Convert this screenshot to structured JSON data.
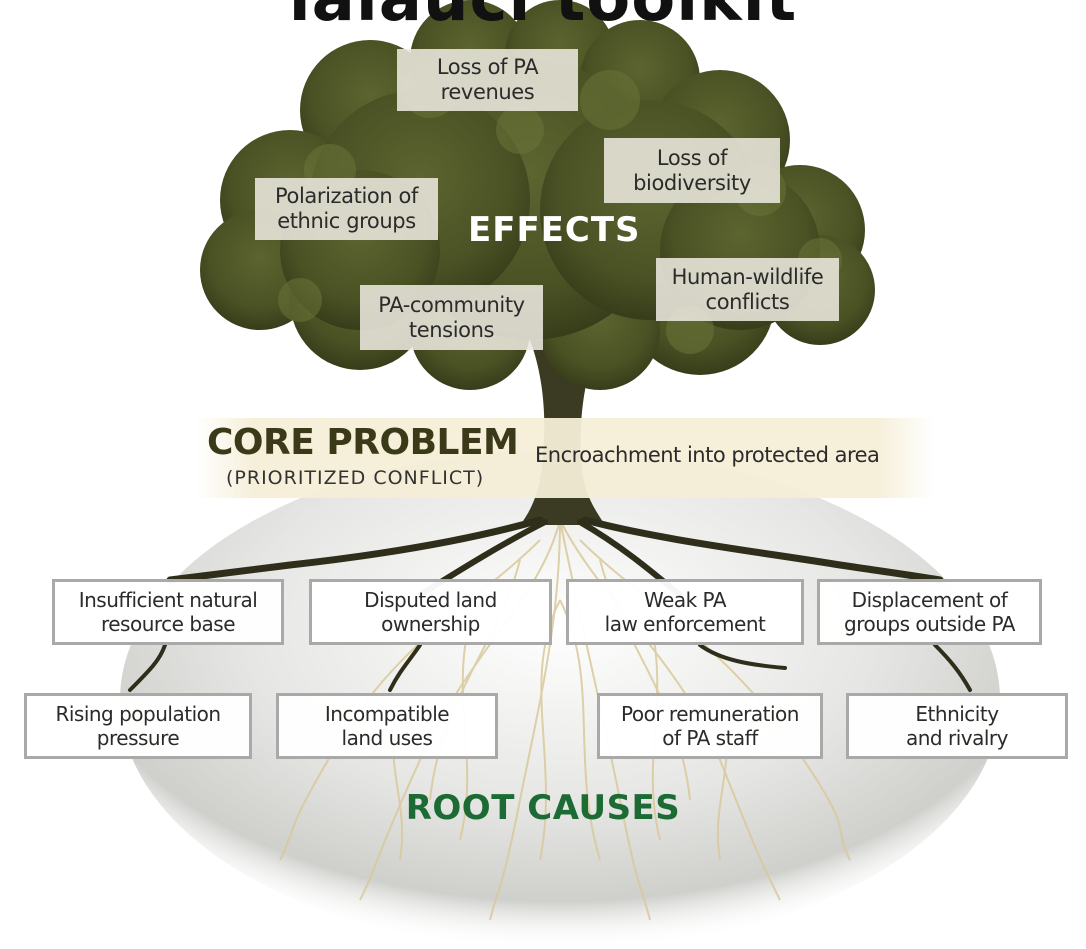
{
  "title": "ialauci toolkit",
  "effects": {
    "heading": "EFFECTS",
    "items": [
      "Loss of PA\nrevenues",
      "Loss of\nbiodiversity",
      "Polarization of\nethnic groups",
      "Human-wildlife\nconflicts",
      "PA-community\ntensions"
    ]
  },
  "core_problem": {
    "title": "CORE PROBLEM",
    "subtitle": "(PRIORITIZED CONFLICT)",
    "text": "Encroachment into protected area"
  },
  "root_causes": {
    "heading": "ROOT CAUSES",
    "upper": [
      "Insufficient natural\nresource base",
      "Disputed land\nownership",
      "Weak PA\nlaw enforcement",
      "Displacement of\ngroups outside PA"
    ],
    "lower": [
      "Rising population\npressure",
      "Incompatible\nland uses",
      "Poor remuneration\nof PA staff",
      "Ethnicity\nand rivalry"
    ]
  },
  "colors": {
    "foliage": "#4f5628",
    "trunk": "#3b3a22",
    "root_heading": "#1d6b34",
    "box_border": "#a9a9a9"
  }
}
